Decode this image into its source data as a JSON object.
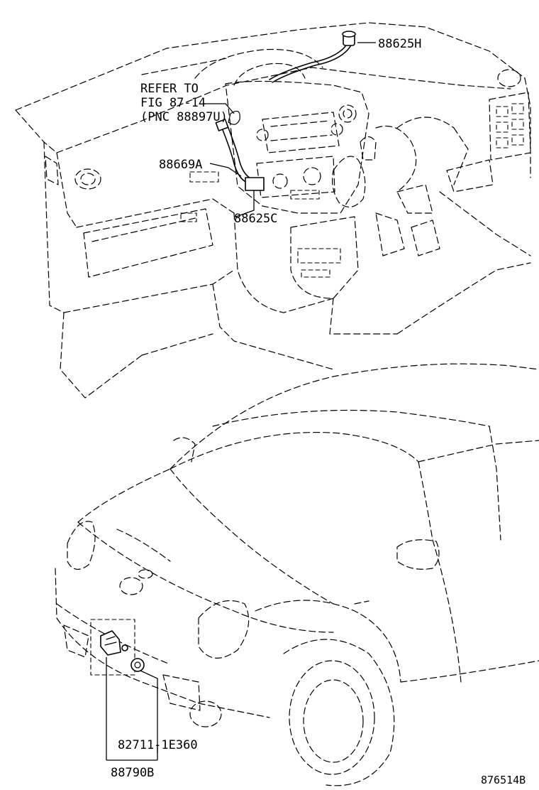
{
  "labels": {
    "part_88625h": "88625H",
    "refer_line1": "REFER TO",
    "refer_line2": "FIG 87-14",
    "refer_line3": "(PNC 88897U)",
    "part_88669a": "88669A",
    "part_88625c": "88625C",
    "part_82711": "82711-1E360",
    "part_88790b": "88790B",
    "figure_id": "876514B"
  }
}
